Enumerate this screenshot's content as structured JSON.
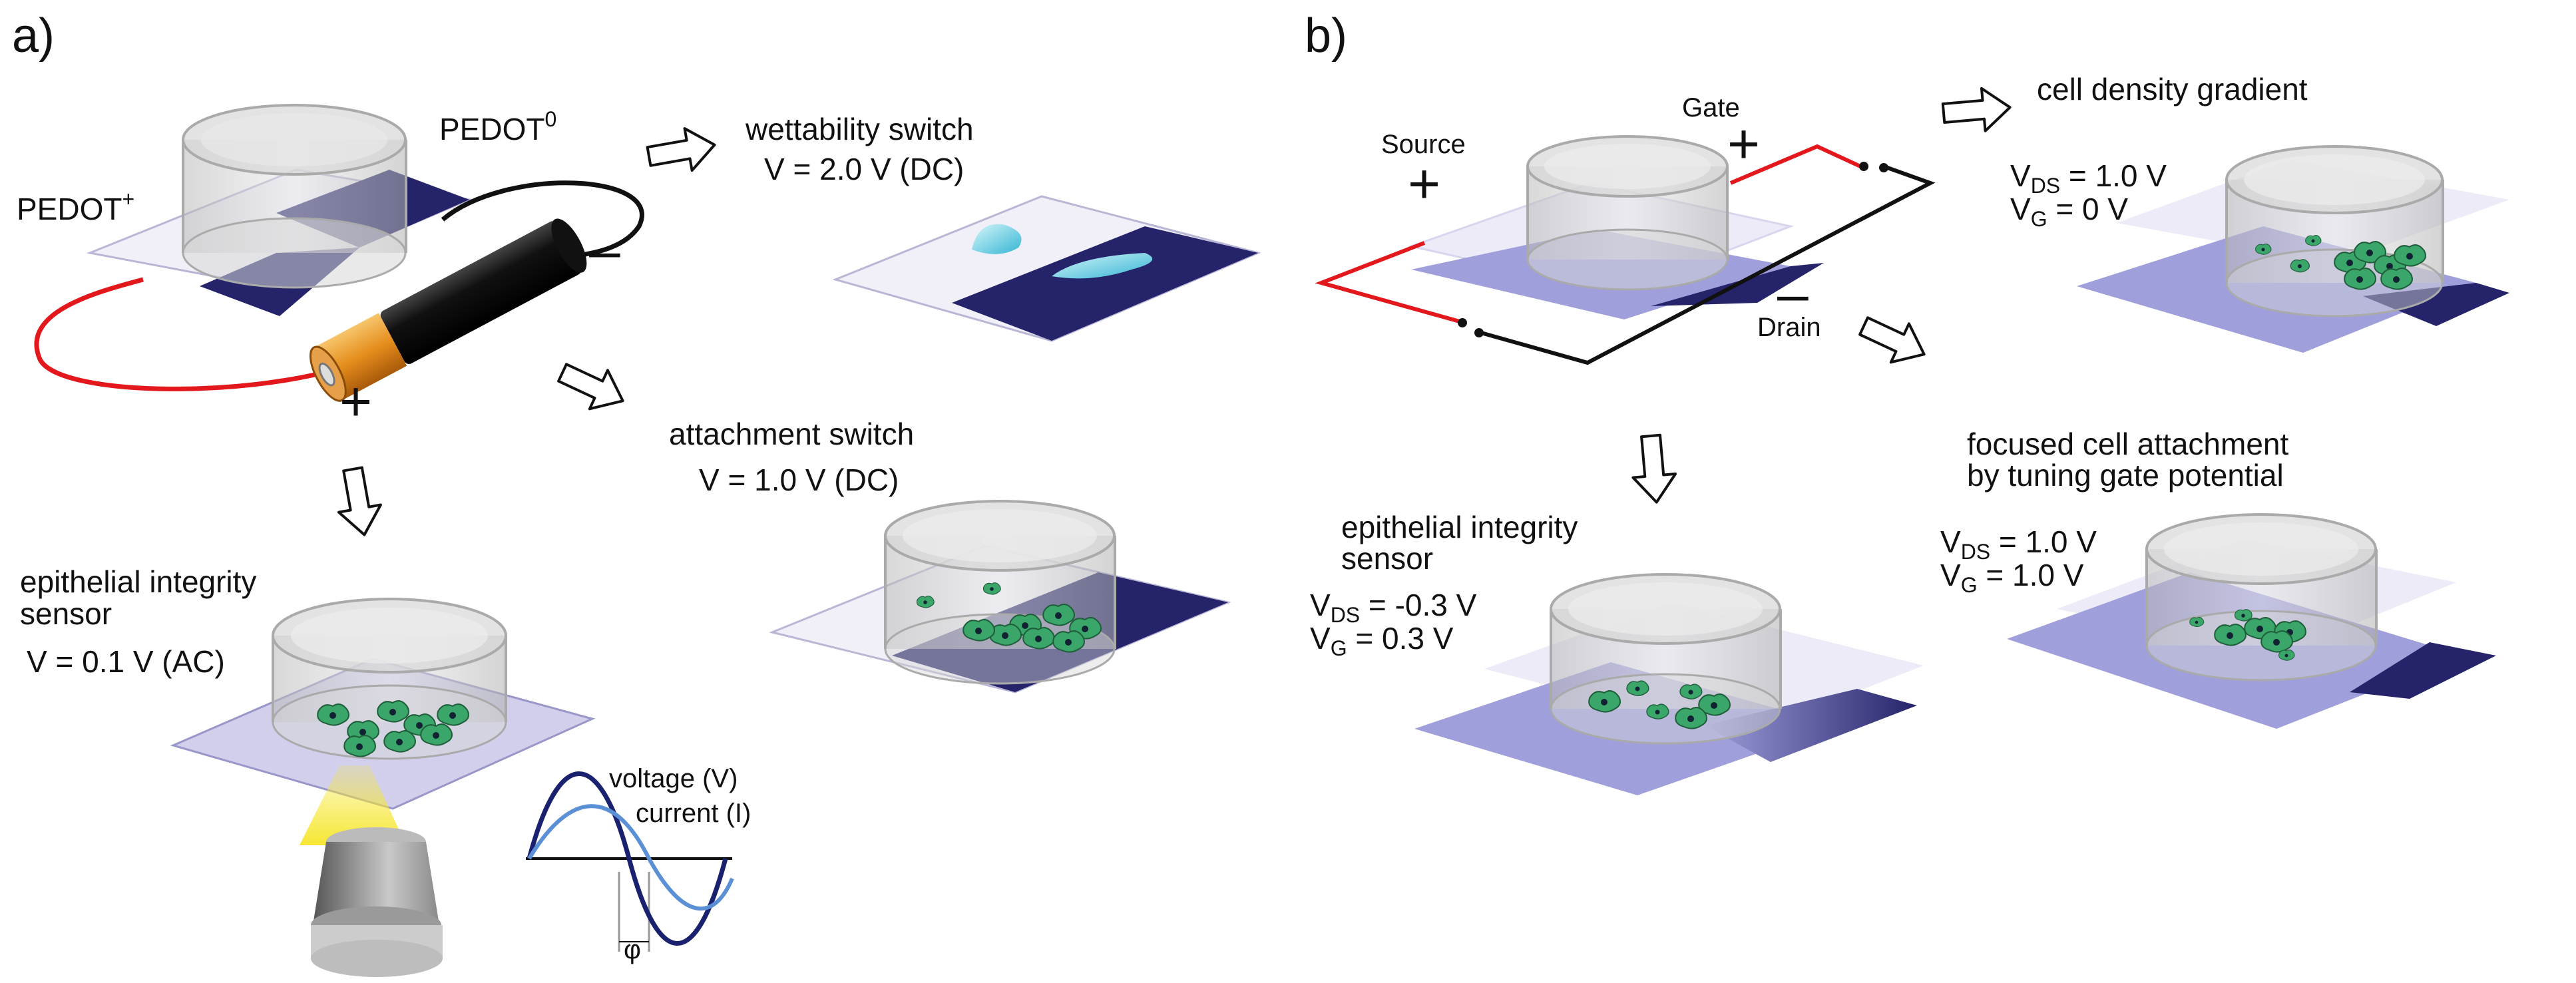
{
  "panel_a": {
    "label": "a)",
    "pedot_plus": "PEDOT",
    "pedot_plus_sup": "+",
    "pedot_zero": "PEDOT",
    "pedot_zero_sup": "0",
    "plus_sign": "+",
    "minus_sign": "–",
    "wettability": {
      "title": "wettability switch",
      "value": "V = 2.0 V (DC)"
    },
    "attachment": {
      "title": "attachment switch",
      "value": "V = 1.0 V (DC)"
    },
    "epithelial": {
      "line1": "epithelial integrity",
      "line2": "sensor",
      "value": "V = 0.1 V (AC)"
    },
    "impedance": {
      "voltage": "voltage (V)",
      "current": "current (I)",
      "phase": "φ"
    }
  },
  "panel_b": {
    "label": "b)",
    "source": "Source",
    "gate": "Gate",
    "drain": "Drain",
    "plus_sign": "+",
    "minus_sign": "–",
    "gradient": {
      "title": "cell density gradient",
      "vds_prefix": "V",
      "vds_sub": "DS",
      "vds_value": " = 1.0 V",
      "vg_prefix": "V",
      "vg_sub": "G",
      "vg_value": " = 0 V"
    },
    "focused": {
      "line1": "focused cell attachment",
      "line2": "by tuning gate potential",
      "vds_prefix": "V",
      "vds_sub": "DS",
      "vds_value": " = 1.0 V",
      "vg_prefix": "V",
      "vg_sub": "G",
      "vg_value": " = 1.0 V"
    },
    "epithelial": {
      "line1": "epithelial integrity",
      "line2": "sensor",
      "vds_prefix": "V",
      "vds_sub": "DS",
      "vds_value": " = -0.3 V",
      "vg_prefix": "V",
      "vg_sub": "G",
      "vg_value": " = 0.3 V"
    }
  },
  "colors": {
    "pedot_reduced": "#25246a",
    "pedot_transistor": "#9f9fdc",
    "wire_positive": "#e3181d",
    "wire_negative": "#111111",
    "cell_green": "#3aa66a",
    "droplet": "#4cc7e0",
    "voltage_curve": "#1a2270",
    "current_curve": "#5b8fd6",
    "microscope_beam": "#f6e733"
  }
}
